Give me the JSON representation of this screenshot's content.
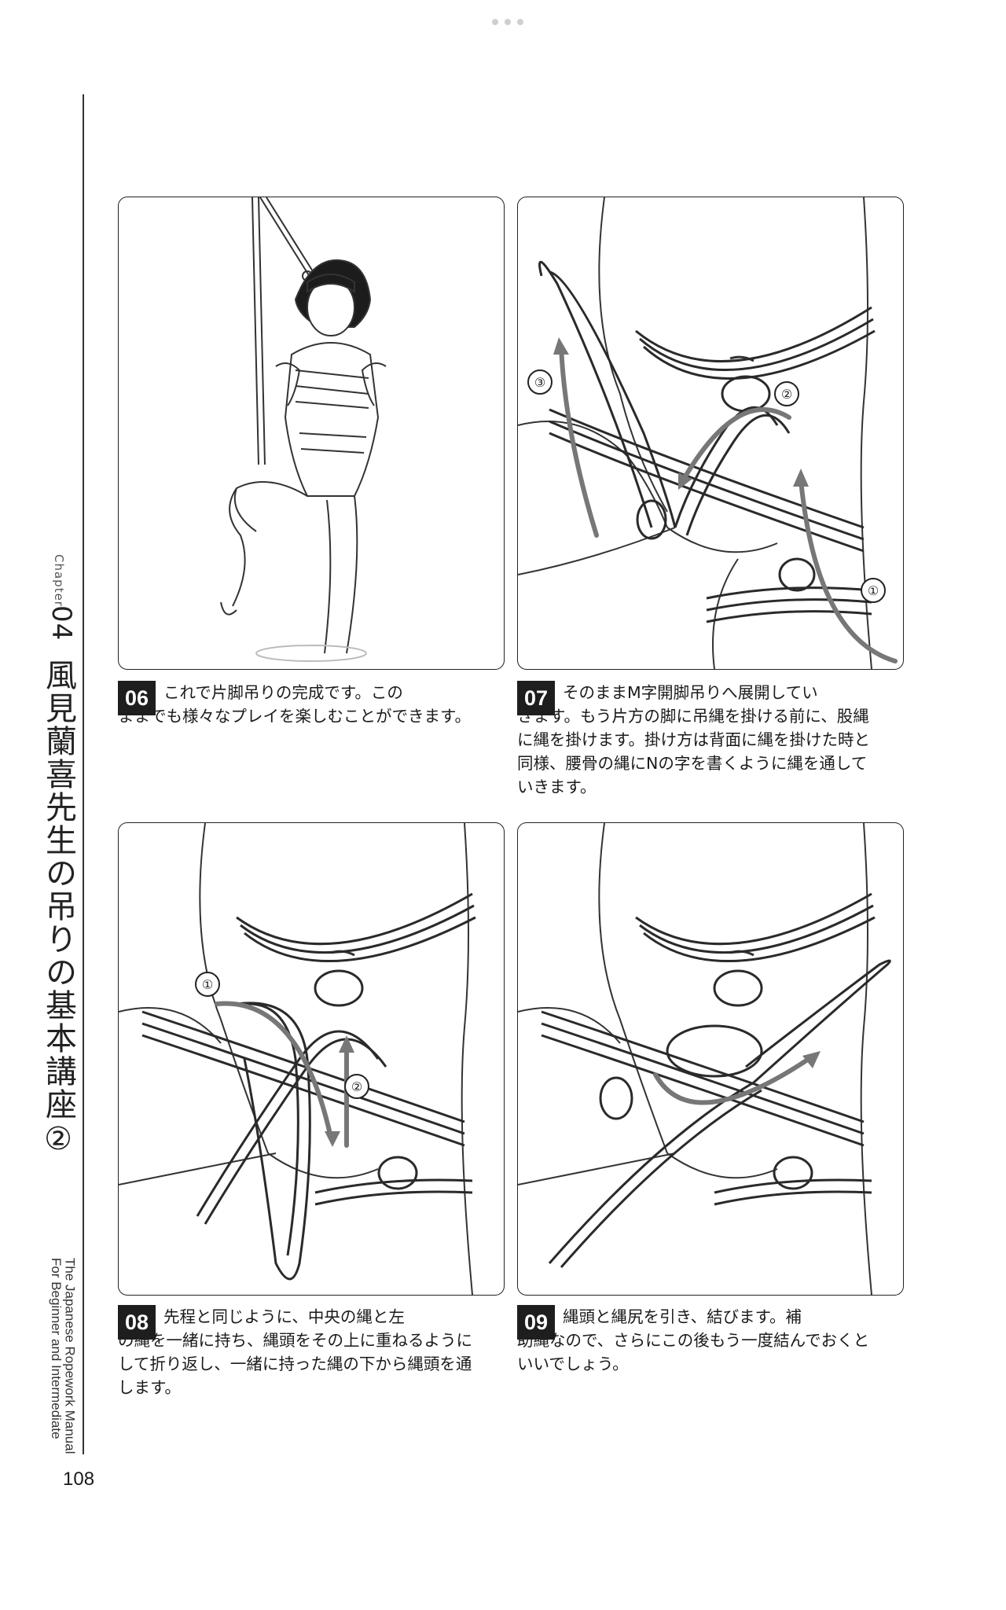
{
  "chapter_label": "Chapter",
  "chapter_number": "04",
  "book_title": "風見蘭喜先生の吊りの基本講座②",
  "english_title_line1": "The Japanese Ropework Manual",
  "english_title_line2": "For Beginner and Intermediate",
  "page_number": "108",
  "steps": [
    {
      "number": "06",
      "line1": "これで片脚吊りの完成です。この",
      "rest": "ままでも様々なプレイを楽しむことができます。"
    },
    {
      "number": "07",
      "line1": "そのままM字開脚吊りへ展開してい",
      "rest": "きます。もう片方の脚に吊縄を掛ける前に、股縄に縄を掛けます。掛け方は背面に縄を掛けた時と同様、腰骨の縄にNの字を書くように縄を通していきます。"
    },
    {
      "number": "08",
      "line1": "先程と同じように、中央の縄と左",
      "rest": "の縄を一緒に持ち、縄頭をその上に重ねるようにして折り返し、一緒に持った縄の下から縄頭を通します。"
    },
    {
      "number": "09",
      "line1": "縄頭と縄尻を引き、結びます。補",
      "rest": "助縄なので、さらにこの後もう一度結んでおくといいでしょう。"
    }
  ],
  "arrow_labels": {
    "p07": [
      "③",
      "②",
      "①"
    ],
    "p08": [
      "①",
      "②"
    ]
  }
}
